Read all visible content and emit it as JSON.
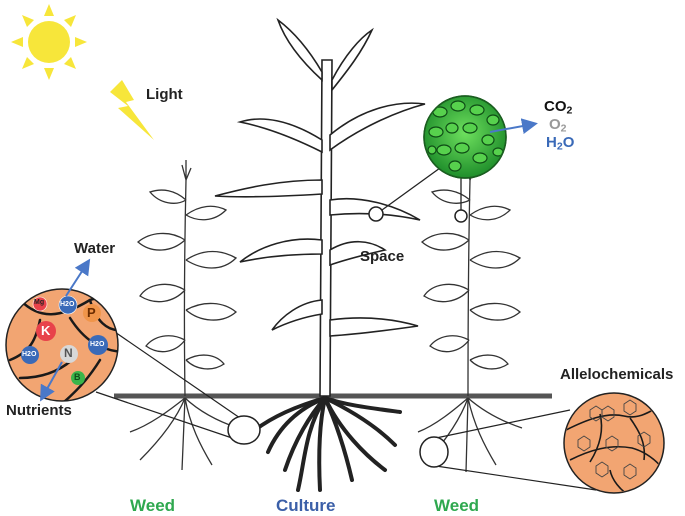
{
  "labels": {
    "light": "Light",
    "space": "Space",
    "water": "Water",
    "nutrients": "Nutrients",
    "allelochemicals": "Allelochemicals",
    "weed_left": "Weed",
    "culture": "Culture",
    "weed_right": "Weed"
  },
  "gases": [
    {
      "base": "CO",
      "sub": "2",
      "tail": ""
    },
    {
      "base": "O",
      "sub": "2",
      "tail": ""
    },
    {
      "base": "H",
      "sub": "2",
      "tail": "O"
    }
  ],
  "nutrient_ions": {
    "mg": "Mg",
    "h2o_a": "H2O",
    "p": "P",
    "k": "K",
    "h2o_b": "H2O",
    "h2o_c": "H2O",
    "n": "N",
    "b": "B"
  },
  "colors": {
    "weed_label": "#2fa84f",
    "culture_label": "#3b5fa8",
    "sun": "#f7e63a",
    "soil_circle": "#f2a572",
    "leaf_cells": "#3fbf3a",
    "arrow": "#4a78c8",
    "o2_text": "#999999",
    "h2o_text": "#3a6ab8"
  },
  "icons": [
    "sun-icon",
    "lightning-icon"
  ]
}
